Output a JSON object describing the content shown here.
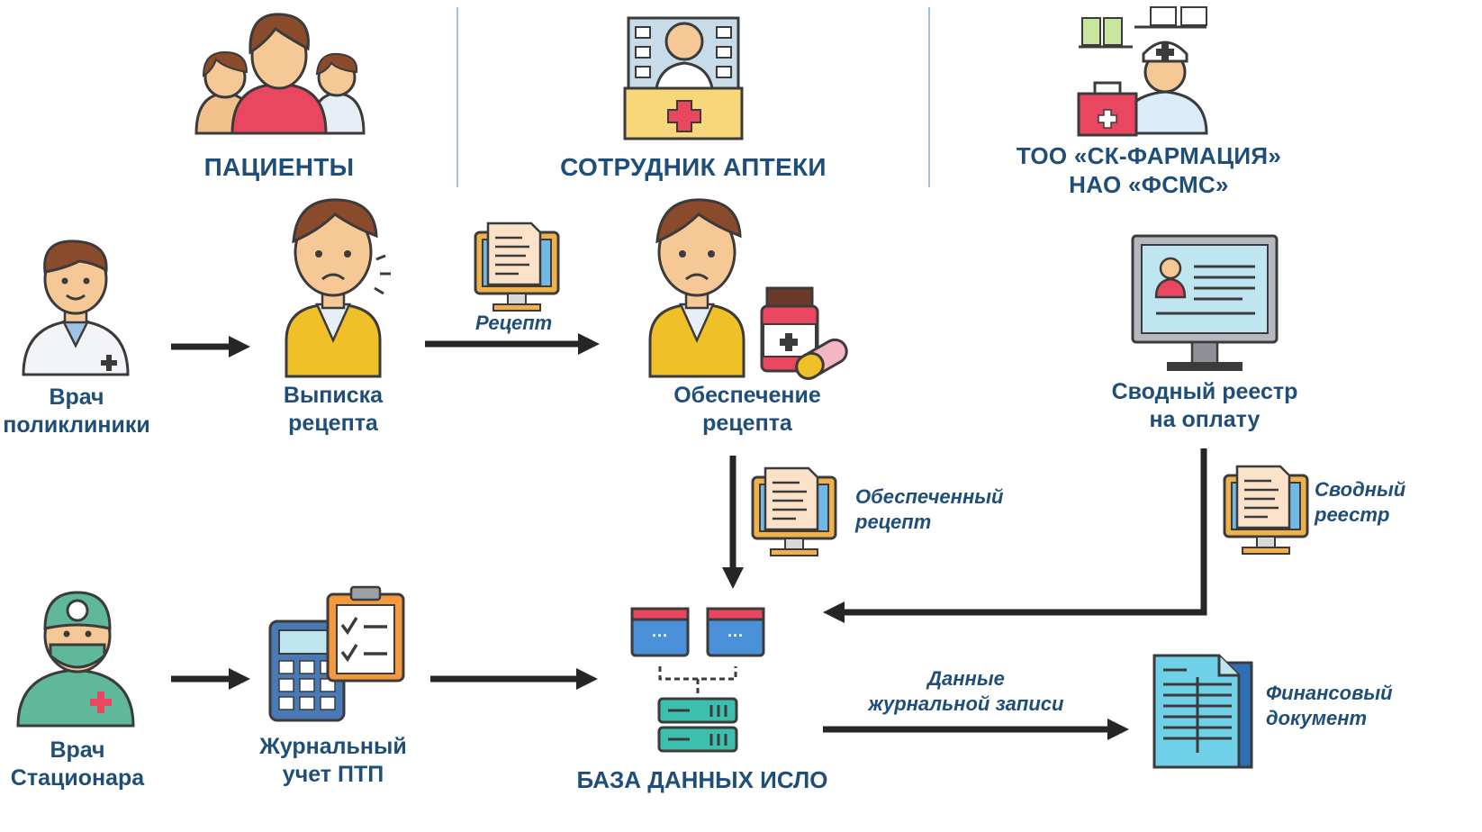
{
  "headers": {
    "patients": "ПАЦИЕНТЫ",
    "pharmacy_employee": "СОТРУДНИК АПТЕКИ",
    "org": "ТОО «СК-ФАРМАЦИЯ»\nНАО «ФСМС»"
  },
  "nodes": {
    "doctor_clinic": "Врач\nполиклиники",
    "prescribing": "Выписка\nрецепта",
    "dispensing": "Обеспечение\nрецепта",
    "payment_registry": "Сводный реестр\nна оплату",
    "doctor_hospital": "Врач\nСтационара",
    "journal": "Журнальный\nучет ПТП",
    "database": "БАЗА ДАННЫХ ИСЛО",
    "financial_doc": "Финансовый\nдокумент"
  },
  "flows": {
    "prescription": "Рецепт",
    "dispensed_prescription": "Обеспеченный\nрецепт",
    "summary_registry": "Сводный\nреестр",
    "journal_data": "Данные\nжурнальной записи"
  },
  "colors": {
    "text": "#1f4e79",
    "arrow": "#262626",
    "divider": "#9dc3e6"
  },
  "icons": {
    "patients": "group-of-people-icon",
    "pharmacy": "pharmacist-counter-icon",
    "org": "nurse-with-medkit-icon",
    "doctor_clinic": "doctor-icon",
    "prescribing": "sad-patient-icon",
    "dispensing": "sad-patient-with-medicine-icon",
    "registry": "computer-monitor-profile-icon",
    "doctor_hospital": "surgeon-icon",
    "journal": "calculator-checklist-icon",
    "database": "database-servers-icon",
    "financial_doc": "document-icon",
    "prescription_screen": "monitor-document-icon"
  }
}
